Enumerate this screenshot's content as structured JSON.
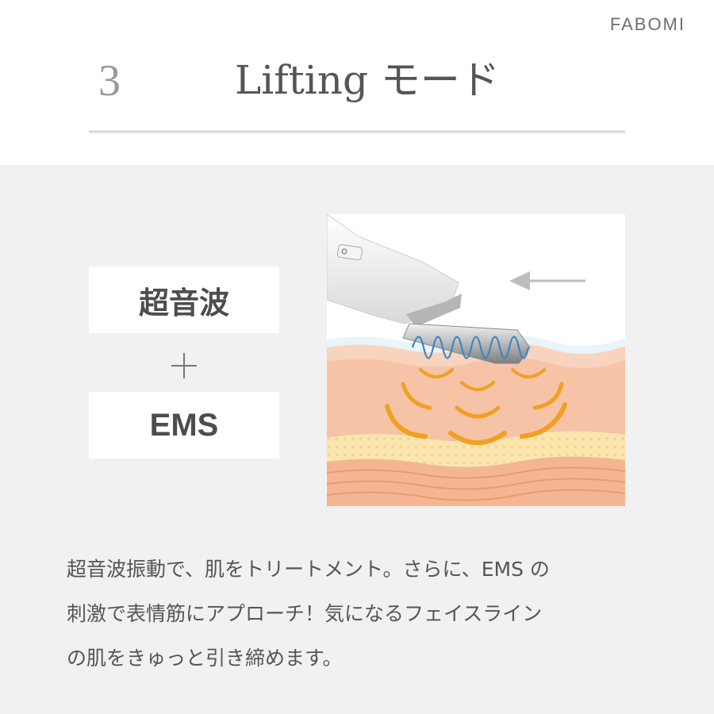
{
  "brand": "FABOMI",
  "header": {
    "step_number": "3",
    "title": "Lifting モード"
  },
  "labels": {
    "top": "超音波",
    "bottom": "EMS"
  },
  "illustration": {
    "icons": [
      "device-icon",
      "arrow-left-icon",
      "wave-icon",
      "skin-layers-icon"
    ]
  },
  "description": {
    "lines": [
      "超音波振動で、肌をトリートメント。さらに、EMS の",
      "刺激で表情筋にアプローチ！気になるフェイスライン",
      "の肌をきゅっと引き締めます。"
    ]
  },
  "colors": {
    "panel_bg": "#f1f1f1",
    "accent_orange": "#f0a022",
    "wave_blue": "#3a86c8",
    "skin_pink": "#f6c8b0"
  }
}
